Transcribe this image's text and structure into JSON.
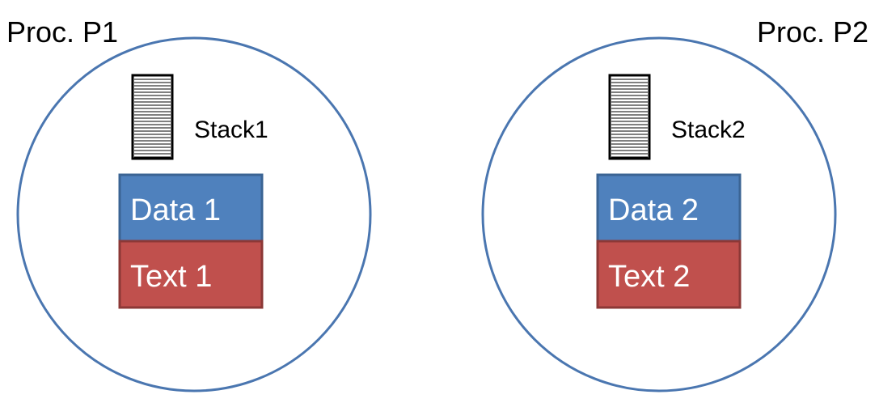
{
  "colors": {
    "circle_stroke": "#4a76b0",
    "data_fill": "#4f81bd",
    "data_stroke": "#3b6494",
    "text_fill": "#c0504d",
    "text_stroke": "#8c3836",
    "stack_stroke": "#000000"
  },
  "processes": [
    {
      "label": "Proc. P1",
      "stack_label": "Stack1",
      "data_label": "Data 1",
      "text_label": "Text 1"
    },
    {
      "label": "Proc. P2",
      "stack_label": "Stack2",
      "data_label": "Data 2",
      "text_label": "Text 2"
    }
  ]
}
